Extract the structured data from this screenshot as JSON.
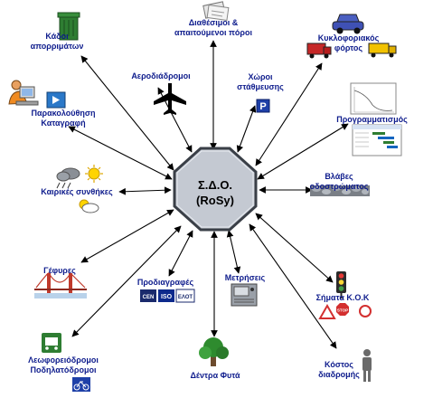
{
  "center": {
    "line1": "Σ.Δ.Ο.",
    "line2": "(RoSy)"
  },
  "nodes": [
    {
      "id": "waste-bins",
      "lines": [
        "Κάδοι",
        "απορριμάτων"
      ],
      "icon": "trash-bin-icon"
    },
    {
      "id": "public-spaces",
      "lines": [
        "Διαθέσιμοι &",
        "απαιτούμενοι πόροι"
      ],
      "icon": "documents-icon"
    },
    {
      "id": "traffic-load",
      "lines": [
        "Κυκλοφοριακός",
        "φόρτος"
      ],
      "icon": "vehicles-icon"
    },
    {
      "id": "airports",
      "lines": [
        "Αεροδιάδρομοι"
      ],
      "icon": "airplane-icon"
    },
    {
      "id": "parking",
      "lines": [
        "Χώροι",
        "στάθμευσης"
      ],
      "icon": "parking-sign-icon"
    },
    {
      "id": "monitoring",
      "lines": [
        "Παρακολούθηση",
        "Καταγραφή"
      ],
      "icon": "computer-user-icon"
    },
    {
      "id": "scheduling",
      "lines": [
        "Προγραμματισμός"
      ],
      "icon": "gantt-chart-icon"
    },
    {
      "id": "weather",
      "lines": [
        "Καιρικές συνθήκες"
      ],
      "icon": "weather-icon"
    },
    {
      "id": "pavement-damage",
      "lines": [
        "Βλάβες",
        "οδοστρώματος"
      ],
      "icon": "cobblestone-icon"
    },
    {
      "id": "bridges",
      "lines": [
        "Γέφυρες"
      ],
      "icon": "bridge-icon"
    },
    {
      "id": "specifications",
      "lines": [
        "Προδιαγραφές"
      ],
      "icon": "standards-logos-icon",
      "logos": [
        "CEN",
        "ISO",
        "ΕΛΟΤ"
      ]
    },
    {
      "id": "measurements",
      "lines": [
        "Μετρήσεις"
      ],
      "icon": "meter-device-icon"
    },
    {
      "id": "traffic-signs",
      "lines": [
        "Σήματα Κ.Ο.Κ"
      ],
      "icon": "traffic-light-signs-icon",
      "sign_text": "STOP"
    },
    {
      "id": "bus-bike-lanes",
      "lines": [
        "Λεωφορειόδρομοι",
        "Ποδηλατόδρομοι"
      ],
      "icon": "bus-bicycle-icon"
    },
    {
      "id": "trees-plants",
      "lines": [
        "Δέντρα",
        "Φυτά"
      ],
      "icon": "tree-icon"
    },
    {
      "id": "cost",
      "lines": [
        "Κόστος",
        "διαδρομής"
      ],
      "icon": "person-icon"
    }
  ],
  "colors": {
    "label": "#0d1b8c",
    "octagon_fill": "#c4c9d2",
    "octagon_stroke": "#3a3f47",
    "arrow": "#000000"
  }
}
